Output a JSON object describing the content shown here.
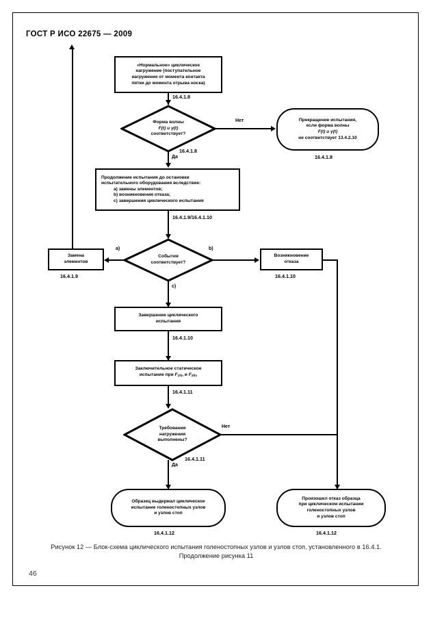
{
  "document": {
    "standard_header": "ГОСТ Р ИСО 22675 — 2009",
    "page_number": "46"
  },
  "caption": {
    "line1": "Рисунок 12 — Блок-схема  циклического испытания голеностопных узлов и узлов стоп, установленного в  16.4.1.",
    "line2": "Продолжение    рисунка 11"
  },
  "flowchart": {
    "nodes": {
      "normal_cyclic_loading": {
        "shape": "process",
        "lines": [
          "«Нормальное» циклическое",
          "нагружение (поступательное",
          "нагружение от момента контакта",
          "пятки до момента отрыва носка)"
        ],
        "ref": "16.4.1.8"
      },
      "waveform_check": {
        "shape": "decision",
        "lines": [
          "Форма волны",
          "F(t) и γ(t)",
          "соответствует?"
        ],
        "ref": "16.4.1.8",
        "branch_no": "Нет",
        "branch_yes": "Да"
      },
      "test_termination": {
        "shape": "terminator",
        "lines": [
          "Прекращение испытания,",
          "если форма волны",
          "F(t) и γ(t)",
          "не соответствует 13.4.2.10"
        ],
        "ref": "16.4.1.8"
      },
      "continue_test": {
        "shape": "process",
        "heading": [
          "Продолжение испытания до остановки",
          "испытательного оборудования вследствие:"
        ],
        "items": [
          "a) замены элементов;",
          "b) возникновения отказа;",
          "c) завершения циклического испытания"
        ],
        "ref": "16.4.1.9/16.4.1.10"
      },
      "event_match": {
        "shape": "decision",
        "lines": [
          "События",
          "соответствует?"
        ],
        "branch_a": "a)",
        "branch_b": "b)",
        "branch_c": "c)"
      },
      "replace_components": {
        "shape": "process",
        "lines": [
          "Замена",
          "элементов"
        ],
        "ref": "16.4.1.9"
      },
      "failure_occurred": {
        "shape": "process",
        "lines": [
          "Возникновение",
          "отказа"
        ],
        "ref": "16.4.1.10"
      },
      "cyclic_test_complete": {
        "shape": "process",
        "lines": [
          "Завершение циклического",
          "испытания"
        ],
        "ref": "16.4.1.10"
      },
      "final_static_test": {
        "shape": "process",
        "lines": [
          "Заключительное статическое",
          "испытание при F1fin и F2fin"
        ],
        "line1": "Заключительное статическое",
        "line2_prefix": "испытание при ",
        "symbol1": "F",
        "symbol1_sub": "1fin",
        "conj": " и ",
        "symbol2": "F",
        "symbol2_sub": "2fin",
        "ref": "16.4.1.11"
      },
      "loading_requirements": {
        "shape": "decision",
        "lines": [
          "Требования",
          "нагружения",
          "выполнены?"
        ],
        "ref": "16.4.1.11",
        "branch_no": "Нет",
        "branch_yes": "Да"
      },
      "specimen_passed": {
        "shape": "terminator",
        "lines": [
          "Образец выдержал циклическое",
          "испытание голеностопных узлов",
          "и узлов стоп"
        ],
        "ref": "16.4.1.12"
      },
      "specimen_failed": {
        "shape": "terminator",
        "lines": [
          "Произошел отказ образца",
          "при циклическом испытании",
          "голеностопных узлов",
          "и узлов стоп"
        ],
        "ref": "16.4.1.12"
      }
    }
  },
  "colors": {
    "ink": "#000000",
    "paper": "#ffffff"
  }
}
